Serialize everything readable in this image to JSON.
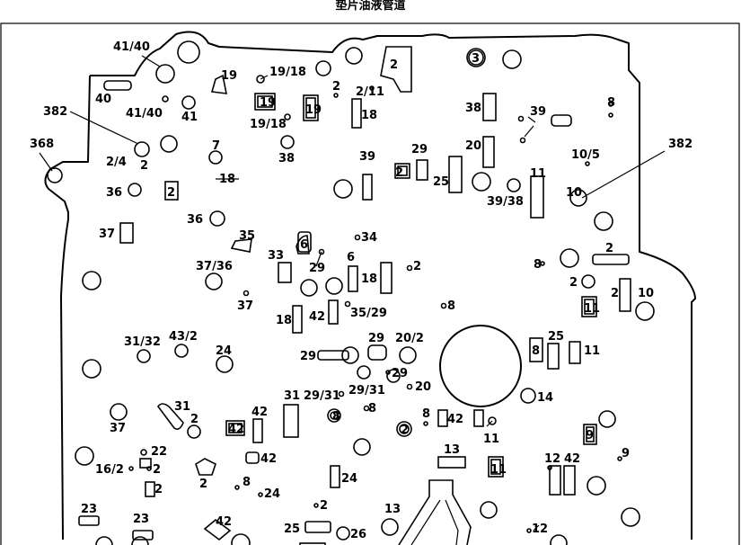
{
  "title": "垫片油液管道",
  "labels": {
    "l1": "41/40",
    "l2": "19",
    "l3": "19/18",
    "l4": "2",
    "l5": "2/11",
    "l6": "2",
    "l7": "3",
    "l8": "40",
    "l9": "41/40",
    "l10": "41",
    "l11": "19",
    "l12": "19",
    "l13": "19/18",
    "l14": "18",
    "l15": "38",
    "l16": "39",
    "l17": "8",
    "l18": "382",
    "l19": "368",
    "l20": "2/4",
    "l21": "2",
    "l22": "7",
    "l23": "38",
    "l24": "18",
    "l25": "2",
    "l26": "39",
    "l27": "29",
    "l28": "20",
    "l29": "25",
    "l30": "10/5",
    "l31": "382",
    "l32": "11",
    "l33": "39/38",
    "l34": "10",
    "l35": "36",
    "l36": "2",
    "l37": "36",
    "l38": "37",
    "l39": "35",
    "l40": "6",
    "l41": "34",
    "l42": "33",
    "l43": "6",
    "l44": "29",
    "l45": "37/36",
    "l46": "2",
    "l47": "18",
    "l48": "8",
    "l49": "2",
    "l50": "2",
    "l51": "2",
    "l52": "10",
    "l53": "37",
    "l54": "18",
    "l55": "42",
    "l56": "35/29",
    "l57": "8",
    "l58": "11",
    "l59": "31/32",
    "l60": "43/2",
    "l61": "24",
    "l62": "29",
    "l63": "29",
    "l64": "20/2",
    "l65": "8",
    "l66": "25",
    "l67": "11",
    "l68": "29",
    "l69": "31",
    "l70": "29/31",
    "l71": "29/31",
    "l72": "20",
    "l73": "14",
    "l74": "8",
    "l75": "31",
    "l76": "37",
    "l77": "2",
    "l78": "42",
    "l79": "42",
    "l80": "8",
    "l81": "2",
    "l82": "8",
    "l83": "42",
    "l84": "11",
    "l85": "9",
    "l86": "22",
    "l87": "42",
    "l88": "13",
    "l89": "16/2",
    "l90": "2",
    "l91": "2",
    "l92": "2",
    "l93": "8",
    "l94": "24",
    "l95": "24",
    "l96": "11",
    "l97": "12",
    "l98": "42",
    "l99": "9",
    "l100": "23",
    "l101": "23",
    "l102": "42",
    "l103": "2",
    "l104": "25",
    "l105": "26",
    "l106": "13",
    "l107": "12"
  }
}
